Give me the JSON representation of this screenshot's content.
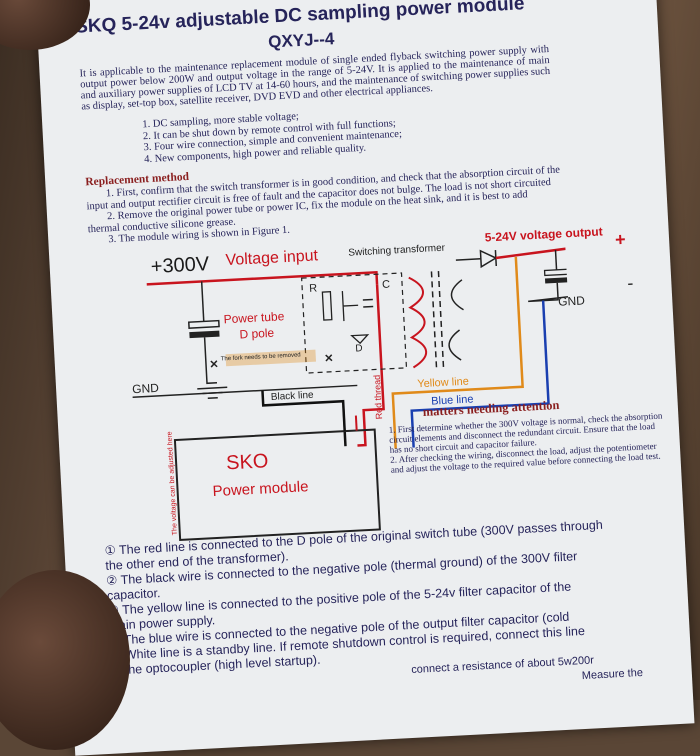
{
  "title": "SKQ 5-24v adjustable DC sampling power module",
  "model": "QXYJ--4",
  "intro": "It is applicable to the maintenance replacement module of single ended flyback switching power supply with output power below 200W and output voltage in the range of 5-24V. It is applied to the maintenance of main and auxiliary power supplies of LCD TV at 14-60 hours, and the maintenance of switching power supplies such as display, set-top box, satellite receiver, DVD EVD and other electrical appliances.",
  "features": [
    "1. DC sampling, more stable voltage;",
    "2. It can be shut down by remote control with full functions;",
    "3. Four wire connection, simple and convenient maintenance;",
    "4. New components, high power and reliable quality."
  ],
  "replacement_heading": "Replacement method",
  "steps": [
    "1. First, confirm that the switch transformer is in good condition, and check that the absorption circuit of the input and output rectifier circuit is free of fault and the capacitor does not bulge. The load is not short circuited",
    "2. Remove the original power tube or power IC, fix the module on the heat sink, and it is best to add thermal conductive silicone grease.",
    "3. The module wiring is shown in Figure 1."
  ],
  "diagram": {
    "v300": "+300V",
    "voltage_input": "Voltage input",
    "switching_transformer": "Switching transformer",
    "output_label": "5-24V voltage output",
    "plus": "+",
    "minus": "-",
    "gnd_right": "GND",
    "gnd_left": "GND",
    "power_tube": "Power tube",
    "d_pole": "D pole",
    "r": "R",
    "c": "C",
    "d": "D",
    "fork_note": "The fork needs to be removed",
    "black_line": "Black line",
    "red_thread": "Red thread",
    "yellow_line": "Yellow line",
    "blue_line": "Blue line",
    "module_name": "SKO",
    "module_sub": "Power module",
    "side_note": "The voltage can be adjusted here"
  },
  "attention": {
    "heading": "matters needing attention",
    "items": [
      "1. First determine whether the 300V voltage is normal, check the absorption circuit elements and disconnect the redundant circuit. Ensure that the load has no short circuit and capacitor failure.",
      "2. After checking the wiring, disconnect the load, adjust the potentiometer and adjust the voltage to the required value before connecting the load test."
    ]
  },
  "notes": [
    "① The red line is connected to the D pole of the original switch tube (300V passes through",
    "the other end of the transformer).",
    "② The black wire is connected to the negative pole (thermal ground) of the 300V filter",
    "capacitor.",
    "③ The yellow line is connected to the positive pole of the 5-24v filter capacitor of the",
    "main power supply.",
    "④ The blue wire is connected to the negative pole of the output filter capacitor (cold",
    "⑤ White line is a standby line. If remote shutdown control is required, connect this line",
    "to the optocoupler (high level startup).",
    "connect a resistance of about 5w200r",
    "Measure the"
  ],
  "colors": {
    "ink": "#26245a",
    "red": "#c8141e",
    "yellow": "#e08a1a",
    "blue": "#1a3fb0",
    "black": "#1a1a1a",
    "heading_red": "#8a1f1f"
  }
}
